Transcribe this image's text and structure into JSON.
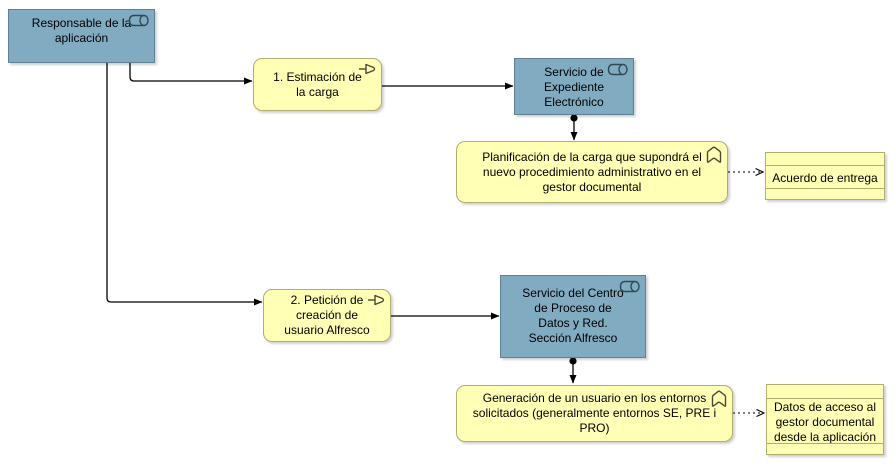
{
  "diagram": {
    "title": "Archimate process diagram - alta en gestor documental",
    "colors": {
      "role_fill": "#81abc1",
      "role_border": "#5f8191",
      "process_fill": "#ffffb5",
      "process_border": "#b1ad6e",
      "connector": "#000000",
      "background": "#ffffff"
    },
    "nodes": {
      "responsable": {
        "label": "Responsable de la\naplicación",
        "icon": "business-role-icon"
      },
      "estimacion": {
        "label": "1. Estimación de\nla carga",
        "icon": "business-process-icon"
      },
      "servicio_ee": {
        "label": "Servicio de\nExpediente\nElectrónico",
        "icon": "business-role-icon"
      },
      "planificacion": {
        "label": "Planificación de la carga que supondrá el\nnuevo procedimiento administrativo en el\ngestor documental",
        "icon": "business-function-icon"
      },
      "acuerdo": {
        "label": "Acuerdo de entrega",
        "icon": "business-object-frame"
      },
      "peticion": {
        "label": "2. Petición de\ncreación de\nusuario Alfresco",
        "icon": "business-process-icon"
      },
      "servicio_cpd": {
        "label": "Servicio del Centro\nde Proceso de\nDatos y Red.\nSección Alfresco",
        "icon": "business-role-icon"
      },
      "generacion": {
        "label": "Generación de un usuario en los entornos\nsolicitados (generalmente entornos SE, PRE i\nPRO)",
        "icon": "business-function-icon"
      },
      "datos": {
        "label": "Datos de acceso al\ngestor documental\ndesde la aplicación",
        "icon": "business-object-frame"
      }
    },
    "connections": [
      {
        "from": "responsable",
        "to": "estimacion",
        "type": "solid-arrow"
      },
      {
        "from": "responsable",
        "to": "peticion",
        "type": "solid-arrow"
      },
      {
        "from": "estimacion",
        "to": "servicio_ee",
        "type": "solid-arrow"
      },
      {
        "from": "peticion",
        "to": "servicio_cpd",
        "type": "solid-arrow"
      },
      {
        "from": "servicio_ee",
        "to": "planificacion",
        "type": "assignment-ball-arrow"
      },
      {
        "from": "servicio_cpd",
        "to": "generacion",
        "type": "assignment-ball-arrow"
      },
      {
        "from": "planificacion",
        "to": "acuerdo",
        "type": "dotted-open-arrow"
      },
      {
        "from": "generacion",
        "to": "datos",
        "type": "dotted-open-arrow"
      }
    ]
  }
}
